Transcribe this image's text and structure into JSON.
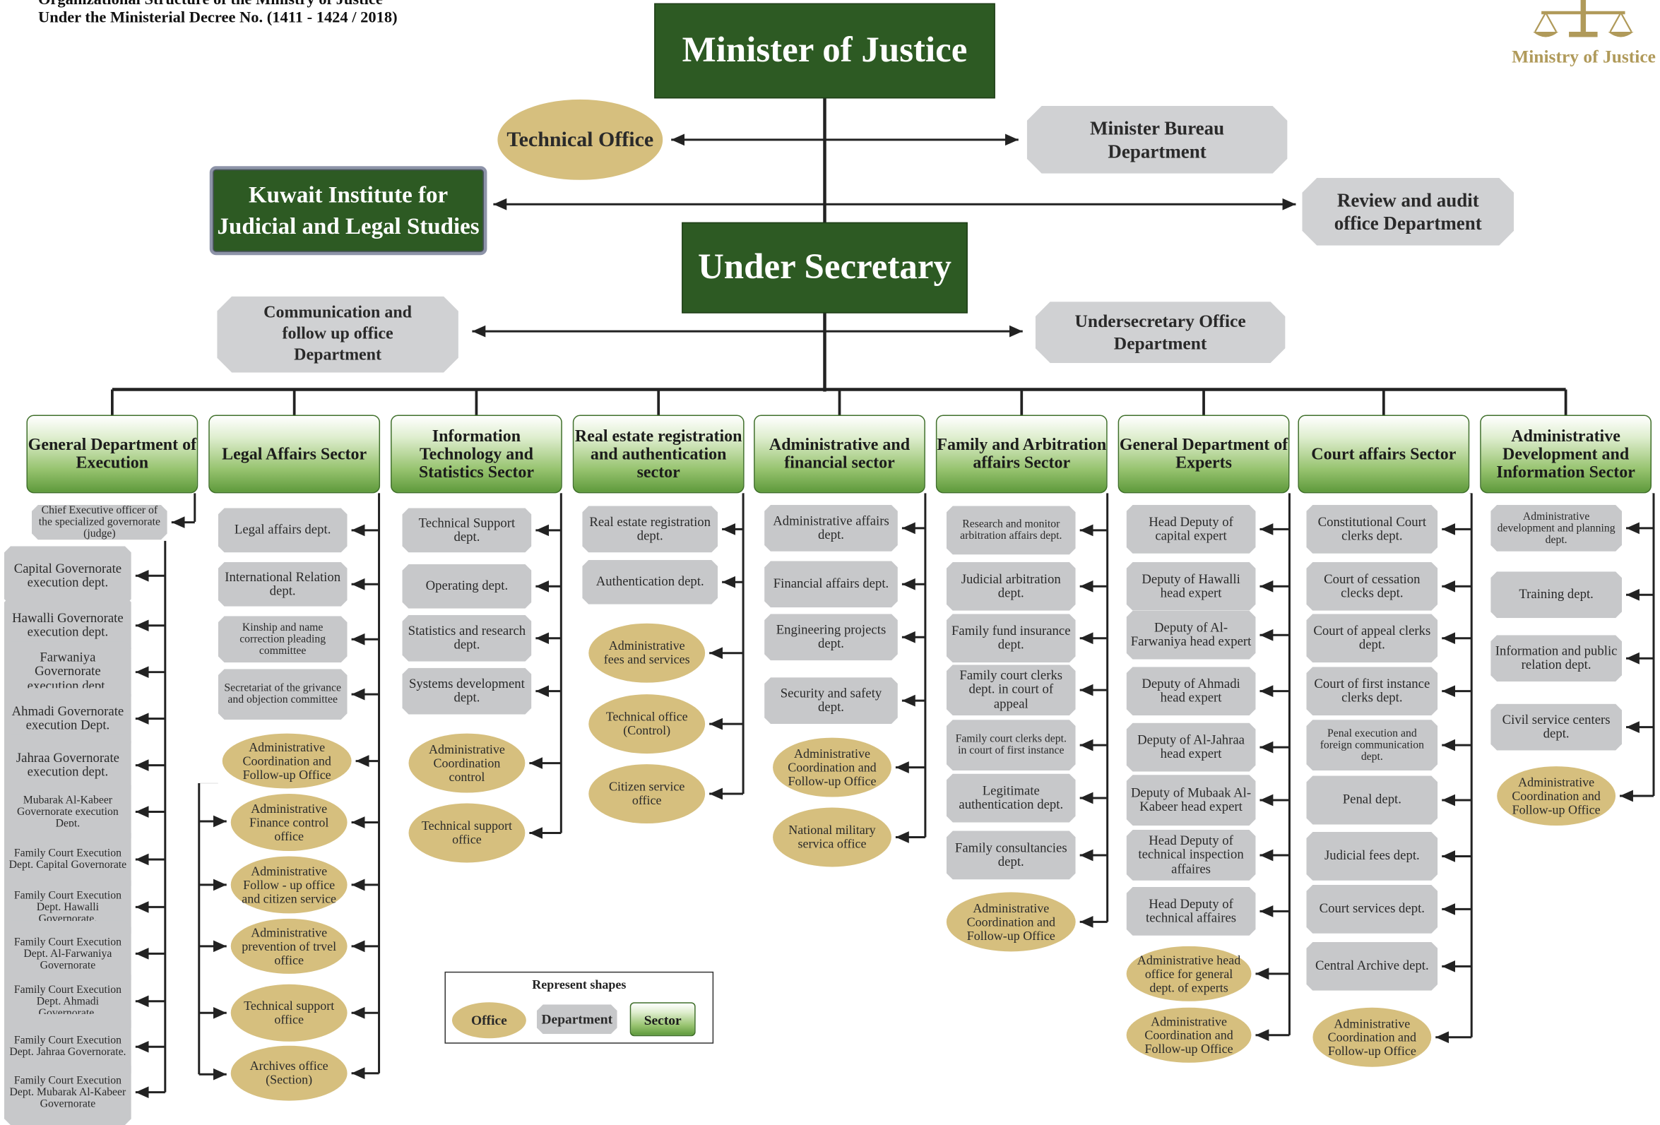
{
  "header": {
    "line1": "Organizational Structure of the Ministry of Justice",
    "line2": "Under the Ministerial Decree No. (1411 - 1424 / 2018)"
  },
  "logo": {
    "text": "Ministry of Justice",
    "icon": "scales-of-justice-icon"
  },
  "colors": {
    "sector_green": "#2d5a23",
    "office_gold": "#d6bf7e",
    "department_gray": "#c7c8ca",
    "connector": "#222222"
  },
  "minister": "Minister of Justice",
  "technical_office": "Technical Office",
  "minister_bureau": "Minister Bureau Department",
  "kiljs": "Kuwait Institute for Judicial and Legal Studies",
  "review_audit": "Review and audit office Department",
  "under_secretary": "Under Secretary",
  "communication_office": "Communication and follow up office Department",
  "undersecretary_office": "Undersecretary Office Department",
  "legend": {
    "title": "Represent shapes",
    "office": "Office",
    "department": "Department",
    "sector": "Sector"
  },
  "sectors": [
    {
      "name": "General Department of Execution",
      "items": [
        {
          "type": "dept",
          "label": "Chief Executive officer of the specialized governorate (judge)"
        },
        {
          "type": "dept",
          "label": "Capital Governorate execution dept."
        },
        {
          "type": "dept",
          "label": "Hawalli Governorate execution dept."
        },
        {
          "type": "dept",
          "label": "Farwaniya Governorate execution dept."
        },
        {
          "type": "dept",
          "label": "Ahmadi Governorate execution Dept."
        },
        {
          "type": "dept",
          "label": "Jahraa Governorate execution dept."
        },
        {
          "type": "dept",
          "label": "Mubarak Al-Kabeer Governorate execution Dept."
        },
        {
          "type": "dept",
          "label": "Family Court Execution Dept. Capital Governorate"
        },
        {
          "type": "dept",
          "label": "Family Court Execution Dept. Hawalli Governorate."
        },
        {
          "type": "dept",
          "label": "Family Court Execution Dept. Al-Farwaniya Governorate"
        },
        {
          "type": "dept",
          "label": "Family Court Execution Dept. Ahmadi Governorate."
        },
        {
          "type": "dept",
          "label": "Family Court Execution Dept. Jahraa Governorate."
        },
        {
          "type": "dept",
          "label": "Family Court Execution Dept. Mubarak Al-Kabeer Governorate"
        }
      ]
    },
    {
      "name": "Legal Affairs Sector",
      "items": [
        {
          "type": "dept",
          "label": "Legal affairs dept."
        },
        {
          "type": "dept",
          "label": "International Relation dept."
        },
        {
          "type": "dept",
          "label": "Kinship and name correction pleading committee"
        },
        {
          "type": "dept",
          "label": "Secretariat of the grivance and objection committee"
        },
        {
          "type": "office",
          "label": "Administrative Coordination and Follow-up Office"
        },
        {
          "type": "office",
          "label": "Administrative Finance control office"
        },
        {
          "type": "office",
          "label": "Administrative Follow - up office and citizen service"
        },
        {
          "type": "office",
          "label": "Administrative prevention of trvel office"
        },
        {
          "type": "office",
          "label": "Technical support office"
        },
        {
          "type": "office",
          "label": "Archives office (Section)"
        }
      ]
    },
    {
      "name": "Information Technology and Statistics Sector",
      "items": [
        {
          "type": "dept",
          "label": "Technical Support dept."
        },
        {
          "type": "dept",
          "label": "Operating dept."
        },
        {
          "type": "dept",
          "label": "Statistics and research dept."
        },
        {
          "type": "dept",
          "label": "Systems development dept."
        },
        {
          "type": "office",
          "label": "Administrative Coordination control"
        },
        {
          "type": "office",
          "label": "Technical support office"
        }
      ]
    },
    {
      "name": "Real estate registration and authentication sector",
      "items": [
        {
          "type": "dept",
          "label": "Real estate registration dept."
        },
        {
          "type": "dept",
          "label": "Authentication dept."
        },
        {
          "type": "office",
          "label": "Administrative fees and services"
        },
        {
          "type": "office",
          "label": "Technical office (Control)"
        },
        {
          "type": "office",
          "label": "Citizen service office"
        }
      ]
    },
    {
      "name": "Administrative and financial sector",
      "items": [
        {
          "type": "dept",
          "label": "Administrative affairs dept."
        },
        {
          "type": "dept",
          "label": "Financial affairs dept."
        },
        {
          "type": "dept",
          "label": "Engineering projects dept."
        },
        {
          "type": "dept",
          "label": "Security and safety dept."
        },
        {
          "type": "office",
          "label": "Administrative Coordination and Follow-up Office"
        },
        {
          "type": "office",
          "label": "National military servica office"
        }
      ]
    },
    {
      "name": "Family and Arbitration affairs Sector",
      "items": [
        {
          "type": "dept",
          "label": "Research and monitor arbitration affairs dept."
        },
        {
          "type": "dept",
          "label": "Judicial arbitration dept."
        },
        {
          "type": "dept",
          "label": "Family fund insurance dept."
        },
        {
          "type": "dept",
          "label": "Family court clerks dept. in court of appeal"
        },
        {
          "type": "dept",
          "label": "Family court clerks dept. in court of first instance"
        },
        {
          "type": "dept",
          "label": "Legitimate authentication dept."
        },
        {
          "type": "dept",
          "label": "Family consultancies dept."
        },
        {
          "type": "office",
          "label": "Administrative Coordination and Follow-up Office"
        }
      ]
    },
    {
      "name": "General Department of Experts",
      "items": [
        {
          "type": "dept",
          "label": "Head Deputy of capital expert"
        },
        {
          "type": "dept",
          "label": "Deputy of Hawalli head expert"
        },
        {
          "type": "dept",
          "label": "Deputy of Al-Farwaniya head expert"
        },
        {
          "type": "dept",
          "label": "Deputy of Ahmadi head expert"
        },
        {
          "type": "dept",
          "label": "Deputy of Al-Jahraa head expert"
        },
        {
          "type": "dept",
          "label": "Deputy of Mubaak Al-Kabeer head expert"
        },
        {
          "type": "dept",
          "label": "Head Deputy of technical inspection affaires"
        },
        {
          "type": "dept",
          "label": "Head Deputy of technical affaires"
        },
        {
          "type": "office",
          "label": "Administrative head office for general dept. of experts"
        },
        {
          "type": "office",
          "label": "Administrative Coordination and Follow-up Office"
        }
      ]
    },
    {
      "name": "Court affairs Sector",
      "items": [
        {
          "type": "dept",
          "label": "Constitutional Court clerks dept."
        },
        {
          "type": "dept",
          "label": "Court of cessation clecks dept."
        },
        {
          "type": "dept",
          "label": "Court of appeal clerks dept."
        },
        {
          "type": "dept",
          "label": "Court of first instance clerks dept."
        },
        {
          "type": "dept",
          "label": "Penal execution and foreign communication dept."
        },
        {
          "type": "dept",
          "label": "Penal dept."
        },
        {
          "type": "dept",
          "label": "Judicial fees dept."
        },
        {
          "type": "dept",
          "label": "Court services dept."
        },
        {
          "type": "dept",
          "label": "Central Archive dept."
        },
        {
          "type": "office",
          "label": "Administrative Coordination and Follow-up Office"
        }
      ]
    },
    {
      "name": "Administrative Development and Information Sector",
      "items": [
        {
          "type": "dept",
          "label": "Administrative development and planning dept."
        },
        {
          "type": "dept",
          "label": "Training dept."
        },
        {
          "type": "dept",
          "label": "Information and public relation dept."
        },
        {
          "type": "dept",
          "label": "Civil service centers dept."
        },
        {
          "type": "office",
          "label": "Administrative Coordination and Follow-up Office"
        }
      ]
    }
  ]
}
